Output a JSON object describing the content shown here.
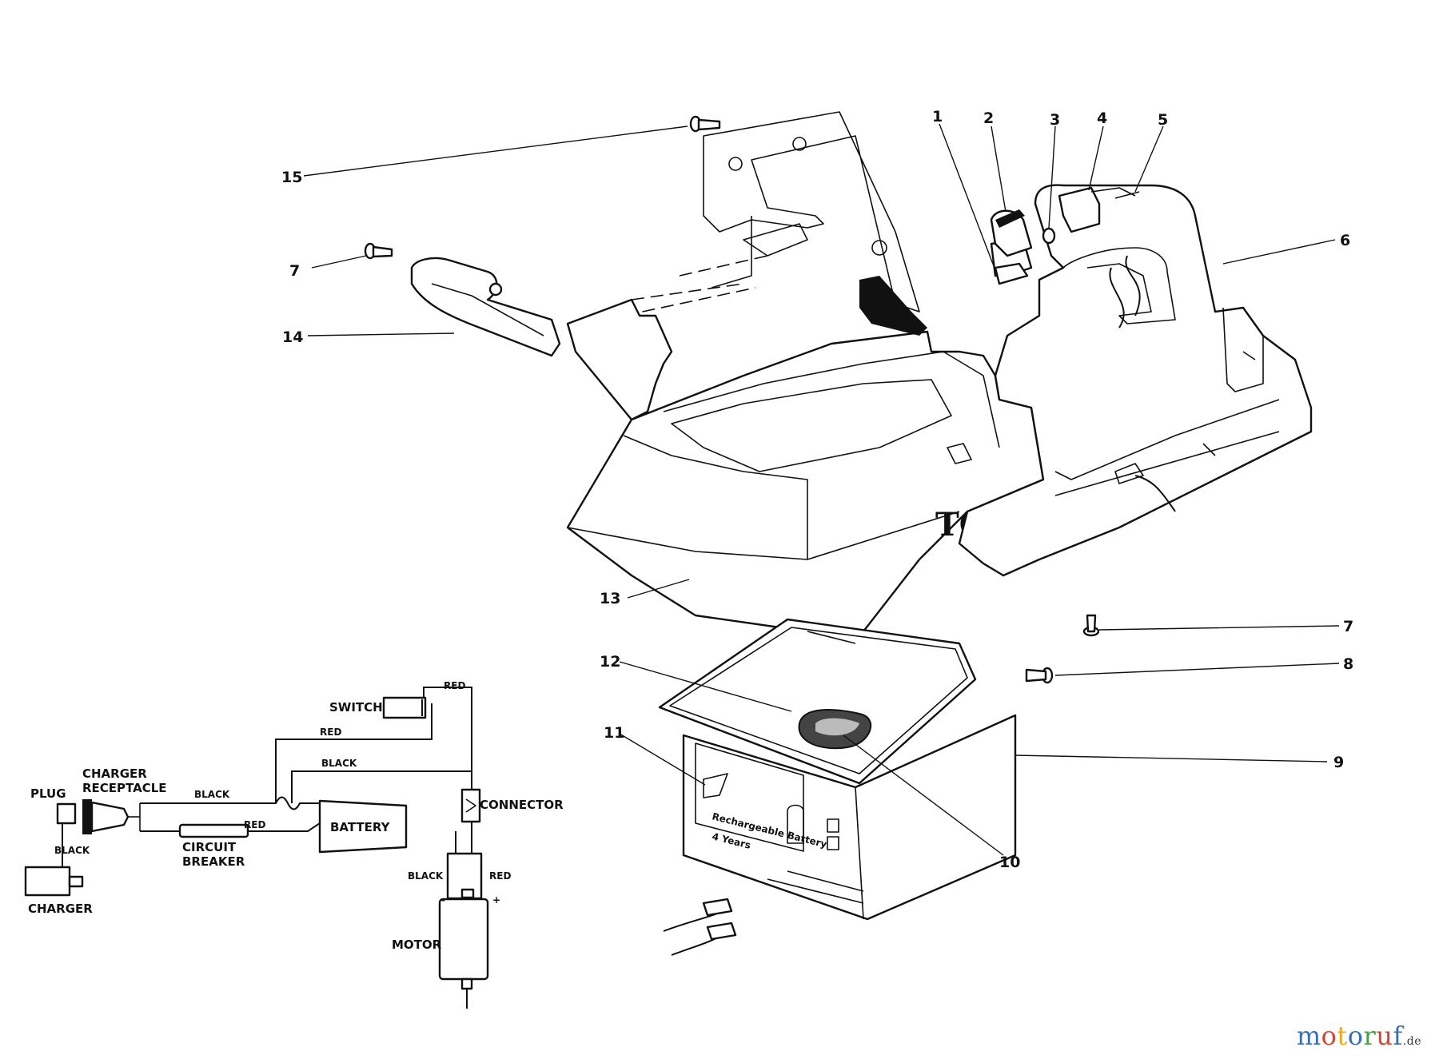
{
  "callouts": {
    "c1": "1",
    "c2": "2",
    "c3": "3",
    "c4": "4",
    "c5": "5",
    "c6": "6",
    "c7a": "7",
    "c7b": "7",
    "c8": "8",
    "c9": "9",
    "c10": "10",
    "c11": "11",
    "c12": "12",
    "c13": "13",
    "c14": "14",
    "c15": "15"
  },
  "body_lettering": "TO",
  "case_lettering": {
    "line1": "Rechargeable Battery",
    "line2": "4 Years"
  },
  "wiring": {
    "switch": "SWITCH",
    "red_top": "RED",
    "red_mid": "RED",
    "black_mid": "BLACK",
    "charger_receptacle_line1": "CHARGER",
    "charger_receptacle_line2": "RECEPTACLE",
    "black_left": "BLACK",
    "plug": "PLUG",
    "connector": "CONNECTOR",
    "battery": "BATTERY",
    "red_breaker": "RED",
    "circuit_line1": "CIRCUIT",
    "circuit_line2": "BREAKER",
    "black_charger": "BLACK",
    "charger": "CHARGER",
    "black_motor": "BLACK",
    "red_motor": "RED",
    "minus": "-",
    "plus": "+",
    "motor": "MOTOR"
  },
  "watermark": {
    "letters": [
      "m",
      "o",
      "t",
      "o",
      "r",
      "u",
      "f"
    ],
    "colors": [
      "#3a6fb5",
      "#d8442e",
      "#f0a81c",
      "#3a6fb5",
      "#46a046",
      "#d8442e",
      "#3a6fb5"
    ],
    "tld": ".de"
  }
}
